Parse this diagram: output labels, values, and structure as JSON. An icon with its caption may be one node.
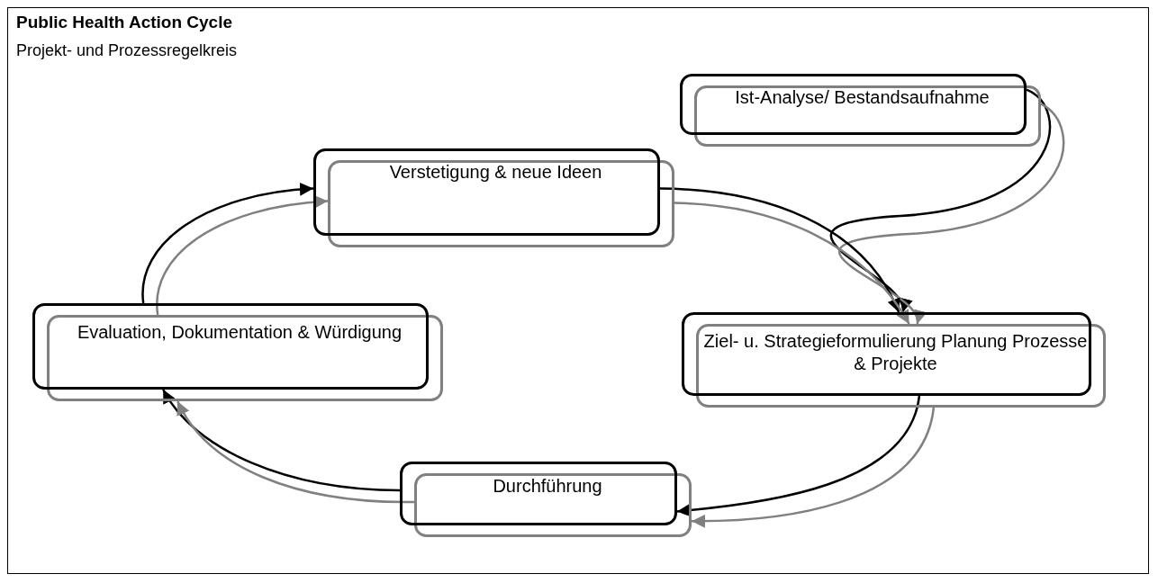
{
  "diagram": {
    "title": "Public Health Action Cycle",
    "caption": "Projekt- und Prozessregelkreis",
    "nodes": [
      {
        "text": [
          "Ist-Analyse/ Bestandsaufnahme"
        ]
      },
      {
        "text": [
          "Verstetigung & neue Ideen"
        ]
      },
      {
        "text": [
          "Ziel- u. Strategieformulierung Planung Prozesse & Projekte"
        ]
      },
      {
        "text": [
          "Durchführung"
        ]
      },
      {
        "text": [
          "Evaluation, Dokumentation & Würdigung"
        ]
      }
    ],
    "edges": [
      {
        "from": 0,
        "to": 2,
        "arrow": "to"
      },
      {
        "from": 0,
        "to": 2,
        "arrow": "to",
        "color": "#808080"
      },
      {
        "from": 1,
        "to": 2,
        "arrow": "to"
      },
      {
        "from": 1,
        "to": 2,
        "arrow": "to",
        "color": "#808080"
      },
      {
        "from": 2,
        "to": 3,
        "arrow": "to"
      },
      {
        "from": 2,
        "to": 3,
        "arrow": "to",
        "color": "#808080"
      },
      {
        "from": 3,
        "to": 4,
        "arrow": "to"
      },
      {
        "from": 3,
        "to": 4,
        "arrow": "to",
        "color": "#808080"
      },
      {
        "from": 4,
        "to": 1,
        "arrow": "to"
      },
      {
        "from": 4,
        "to": 1,
        "arrow": "to",
        "color": "#808080"
      }
    ]
  }
}
